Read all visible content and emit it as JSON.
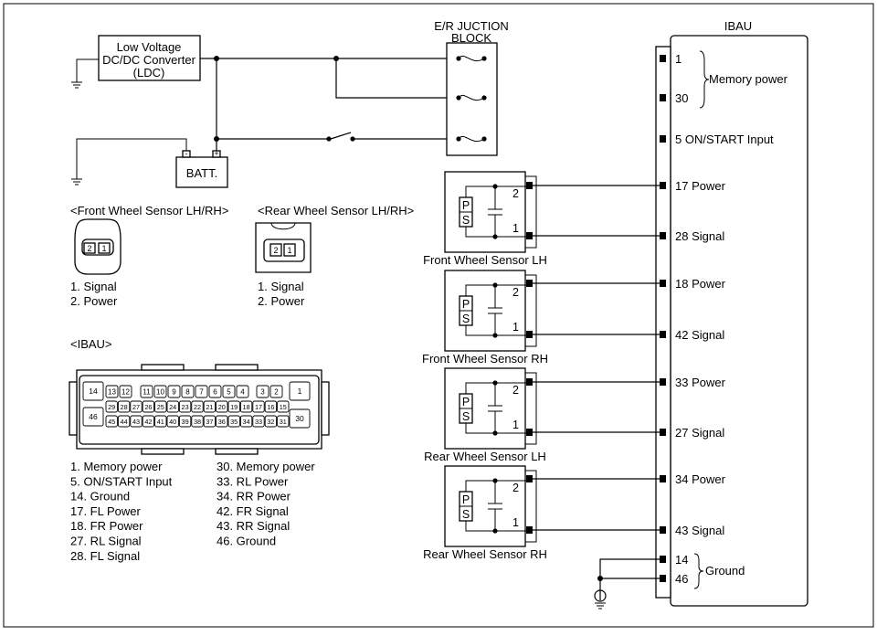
{
  "ldc": {
    "line1": "Low Voltage",
    "line2": "DC/DC Converter",
    "line3": "(LDC)"
  },
  "junction": {
    "line1": "E/R JUCTION",
    "line2": "BLOCK"
  },
  "battery": {
    "label": "BATT.",
    "minus": "-",
    "plus": "+"
  },
  "ibau": {
    "title": "IBAU",
    "pins": [
      {
        "num": "1",
        "label": ""
      },
      {
        "num": "30",
        "label": ""
      },
      {
        "num": "5",
        "label": "ON/START Input"
      },
      {
        "num": "17",
        "label": "Power"
      },
      {
        "num": "28",
        "label": "Signal"
      },
      {
        "num": "18",
        "label": "Power"
      },
      {
        "num": "42",
        "label": "Signal"
      },
      {
        "num": "33",
        "label": "Power"
      },
      {
        "num": "27",
        "label": "Signal"
      },
      {
        "num": "34",
        "label": "Power"
      },
      {
        "num": "43",
        "label": "Signal"
      },
      {
        "num": "14",
        "label": ""
      },
      {
        "num": "46",
        "label": ""
      }
    ],
    "memory_group": "Memory power",
    "ground_group": "Ground"
  },
  "sensors": [
    {
      "name": "Front Wheel Sensor LH",
      "ps_p": "P",
      "ps_s": "S",
      "pin_top": "2",
      "pin_bottom": "1"
    },
    {
      "name": "Front Wheel Sensor RH",
      "ps_p": "P",
      "ps_s": "S",
      "pin_top": "2",
      "pin_bottom": "1"
    },
    {
      "name": "Rear Wheel Sensor LH",
      "ps_p": "P",
      "ps_s": "S",
      "pin_top": "2",
      "pin_bottom": "1"
    },
    {
      "name": "Rear Wheel Sensor RH",
      "ps_p": "P",
      "ps_s": "S",
      "pin_top": "2",
      "pin_bottom": "1"
    }
  ],
  "front_connector": {
    "title": "<Front Wheel Sensor LH/RH>",
    "pins": [
      "2",
      "1"
    ],
    "legend": [
      "1. Signal",
      "2. Power"
    ]
  },
  "rear_connector": {
    "title": "<Rear Wheel Sensor LH/RH>",
    "pins": [
      "2",
      "1"
    ],
    "legend": [
      "1. Signal",
      "2. Power"
    ]
  },
  "ibau_connector": {
    "title": "<IBAU>",
    "big_pins": [
      "14",
      "46",
      "1",
      "30"
    ],
    "row1": [
      "13",
      "12",
      "11",
      "10",
      "9",
      "8",
      "7",
      "6",
      "5",
      "4",
      "3",
      "2"
    ],
    "row2": [
      "29",
      "28",
      "27",
      "26",
      "25",
      "24",
      "23",
      "22",
      "21",
      "20",
      "19",
      "18",
      "17",
      "16",
      "15"
    ],
    "row3": [
      "45",
      "44",
      "43",
      "42",
      "41",
      "40",
      "39",
      "38",
      "37",
      "36",
      "35",
      "34",
      "33",
      "32",
      "31"
    ],
    "legend_left": [
      "1. Memory power",
      "5. ON/START Input",
      "14. Ground",
      "17. FL Power",
      "18. FR Power",
      "27. RL Signal",
      "28. FL Signal"
    ],
    "legend_right": [
      "30. Memory power",
      "33. RL Power",
      "34. RR Power",
      "42. FR Signal",
      "43. RR Signal",
      "46. Ground"
    ]
  }
}
